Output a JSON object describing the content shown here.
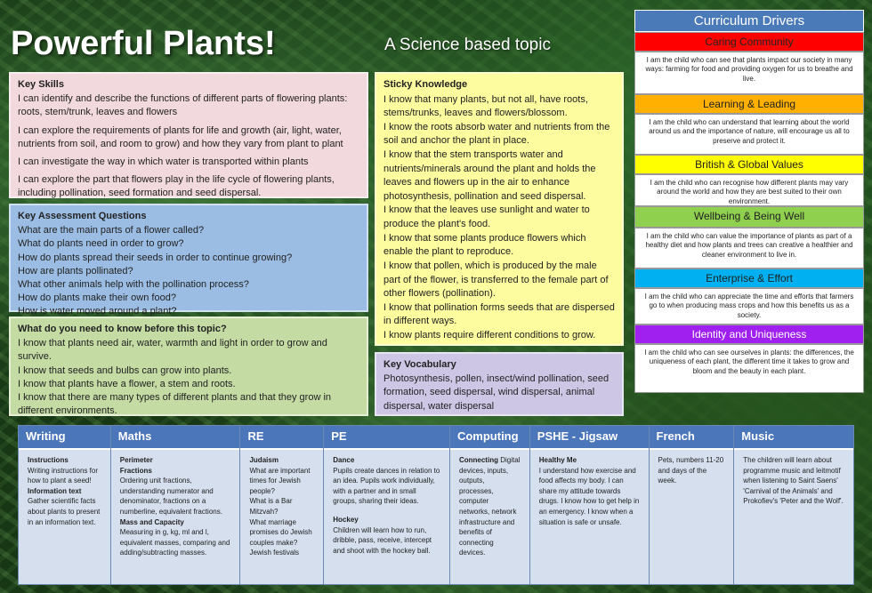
{
  "header": {
    "title": "Powerful Plants!",
    "subtitle": "A Science based topic"
  },
  "key_skills": {
    "heading": "Key Skills",
    "items": [
      "I can identify and describe the functions of different parts of flowering plants: roots, stem/trunk, leaves and flowers",
      "I can explore the requirements of plants for life and growth (air, light, water, nutrients from soil, and room to grow) and how they vary from plant to plant",
      "I can investigate the way in which water is transported within plants",
      "I can explore the part that flowers play in the life cycle of flowering plants, including pollination, seed formation and seed dispersal."
    ]
  },
  "assessment": {
    "heading": "Key Assessment Questions",
    "items": [
      "What are the main parts of a flower called?",
      "What do plants need in order to grow?",
      "How do plants spread their seeds in order to continue growing?",
      "How are plants pollinated?",
      "What other animals help with the pollination process?",
      "How do plants make their own food?",
      "How is water moved around a plant?"
    ]
  },
  "before": {
    "heading": "What do you need to know before this topic?",
    "items": [
      "I know that plants need air, water, warmth and light in order to grow and survive.",
      "I know that seeds and bulbs can grow into plants.",
      "I know that plants have a flower, a stem and roots.",
      "I know that there are many types of different plants and that they grow in different environments."
    ]
  },
  "sticky": {
    "heading": "Sticky Knowledge",
    "items": [
      "I know that many plants, but not all, have roots, stems/trunks, leaves and flowers/blossom.",
      "I know the roots absorb water and nutrients from the soil and anchor the plant in place.",
      "I know that the stem transports water and nutrients/minerals around the plant and holds the leaves and flowers up in the air to enhance photosynthesis, pollination and seed dispersal.",
      "I know that the leaves use sunlight and water to produce the plant's food.",
      "I know that some plants produce flowers which enable the plant to reproduce.",
      "I know that pollen, which is produced by the male part of the flower, is transferred to the female part of other flowers (pollination).",
      "I know that pollination forms seeds that are dispersed in different ways.",
      "I know plants require different conditions to grow."
    ]
  },
  "vocab": {
    "heading": "Key Vocabulary",
    "text": "Photosynthesis, pollen, insect/wind pollination, seed formation, seed dispersal, wind dispersal, animal dispersal, water dispersal"
  },
  "drivers": {
    "heading": "Curriculum Drivers",
    "items": [
      {
        "title": "Caring Community",
        "color": "#ff0000",
        "text_color": "#222222",
        "text": "I am the child who can see that plants impact our society in many ways: farming for food and providing oxygen for us to breathe and live."
      },
      {
        "title": "Learning & Leading",
        "color": "#ffb000",
        "text_color": "#222222",
        "text": "I am the child who can understand that learning about the world around us and the importance of nature, will encourage us all to preserve and protect it."
      },
      {
        "title": "British & Global Values",
        "color": "#ffff00",
        "text_color": "#222222",
        "text": "I am the child who can recognise how different plants may vary around the world and how they are best suited to their own environment."
      },
      {
        "title": "Wellbeing & Being Well",
        "color": "#8fd14f",
        "text_color": "#222222",
        "text": "I am the child who can value the importance of plants as part of a healthy diet and how plants and trees can creative a healthier and cleaner environment to live in."
      },
      {
        "title": "Enterprise & Effort",
        "color": "#00b0f0",
        "text_color": "#222222",
        "text": "I am the child who can appreciate the time and efforts that farmers go to when producing mass crops and how this benefits us as a society."
      },
      {
        "title": "Identity and Uniqueness",
        "color": "#a020f0",
        "text_color": "#ffffff",
        "text": "I am the child who can see ourselves in plants: the differences, the uniqueness of each plant, the different time it takes to grow and bloom and the beauty in each plant."
      }
    ]
  },
  "subjects": [
    {
      "name": "Writing",
      "lines": [
        {
          "b": "Instructions",
          "t": ""
        },
        {
          "b": "",
          "t": "Writing instructions for how to plant a seed!"
        },
        {
          "b": "Information text",
          "t": ""
        },
        {
          "b": "",
          "t": "Gather scientific facts about plants to present in an information text."
        }
      ]
    },
    {
      "name": "Maths",
      "lines": [
        {
          "b": "Perimeter",
          "t": ""
        },
        {
          "b": "Fractions",
          "t": ""
        },
        {
          "b": "",
          "t": "Ordering unit fractions, understanding numerator and denominator, fractions on a numberline, equivalent fractions."
        },
        {
          "b": "Mass and Capacity",
          "t": ""
        },
        {
          "b": "",
          "t": "Measuring in g, kg, ml and l, equivalent masses, comparing and adding/subtracting masses."
        }
      ]
    },
    {
      "name": "RE",
      "lines": [
        {
          "b": "Judaism",
          "t": ""
        },
        {
          "b": "",
          "t": "What are important times for Jewish people?"
        },
        {
          "b": "",
          "t": "What is a Bar Mitzvah?"
        },
        {
          "b": "",
          "t": "What marriage promises do Jewish couples make?"
        },
        {
          "b": "",
          "t": "Jewish festivals"
        }
      ]
    },
    {
      "name": "PE",
      "lines": [
        {
          "b": "Dance",
          "t": ""
        },
        {
          "b": "",
          "t": "Pupils create dances in relation to an idea. Pupils work individually, with a partner and in small groups, sharing their ideas."
        },
        {
          "b": "",
          "t": " "
        },
        {
          "b": "Hockey",
          "t": ""
        },
        {
          "b": "",
          "t": "Children will learn how to run, dribble, pass, receive, intercept and shoot with the hockey ball."
        }
      ]
    },
    {
      "name": "Computing",
      "lines": [
        {
          "b": "Connecting",
          "t": " Digital devices, inputs, outputs, processes, computer networks, network infrastructure and benefits of connecting devices."
        }
      ]
    },
    {
      "name": "PSHE - Jigsaw",
      "lines": [
        {
          "b": "Healthy Me",
          "t": ""
        },
        {
          "b": "",
          "t": "I understand how exercise and food affects my body. I can share my attitude towards drugs. I know how to get help in an emergency. I know when a situation is safe or unsafe."
        }
      ]
    },
    {
      "name": "French",
      "lines": [
        {
          "b": "",
          "t": "Pets, numbers 11-20 and days of the week."
        }
      ]
    },
    {
      "name": "Music",
      "lines": [
        {
          "b": "",
          "t": "The children will learn about programme music and leitmotif when listening to Saint Saens' 'Carnival of the Animals' and Prokofiev's 'Peter and the Wolf'."
        }
      ]
    }
  ]
}
